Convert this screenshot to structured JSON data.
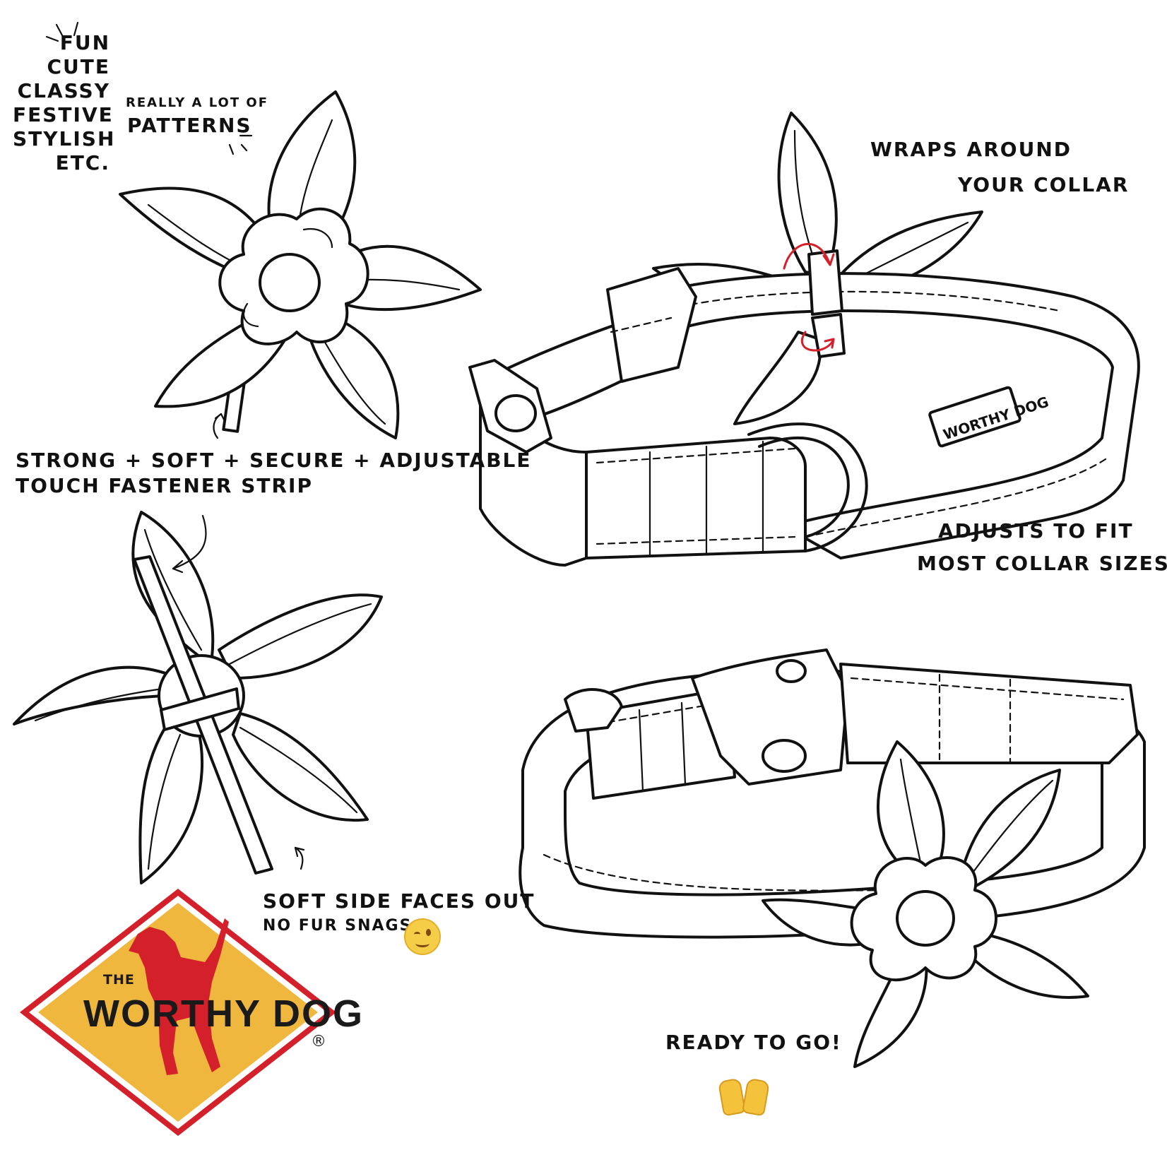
{
  "left_list": {
    "lines": [
      "FUN",
      "CUTE",
      "CLASSY",
      "FESTIVE",
      "STYLISH",
      "ETC."
    ]
  },
  "patterns_note": {
    "small": "REALLY A LOT OF",
    "big": "PATTERNS"
  },
  "wraps_note": {
    "line1": "WRAPS AROUND",
    "line2": "YOUR COLLAR"
  },
  "strip_note": {
    "line1": "STRONG + SOFT + SECURE + ADJUSTABLE",
    "line2": "TOUCH FASTENER STRIP"
  },
  "adjust_note": {
    "line1": "ADJUSTS TO FIT",
    "line2": "MOST COLLAR SIZES"
  },
  "soft_note": {
    "line1": "SOFT SIDE FACES OUT",
    "line2": "NO FUR SNAGS",
    "emoji": "winking-face"
  },
  "ready_note": {
    "text": "READY TO GO!",
    "emoji": "raising-hands"
  },
  "collar_tag": "WORTHY DOG",
  "logo": {
    "the": "THE",
    "brand": "WORTHY DOG",
    "reg": "®",
    "colors": {
      "border": "#d4202a",
      "fill": "#f0b73e",
      "dog": "#d4202a",
      "text": "#1a1a1a"
    }
  },
  "accent_colors": {
    "arrow": "#d4202a",
    "line": "#111111"
  }
}
